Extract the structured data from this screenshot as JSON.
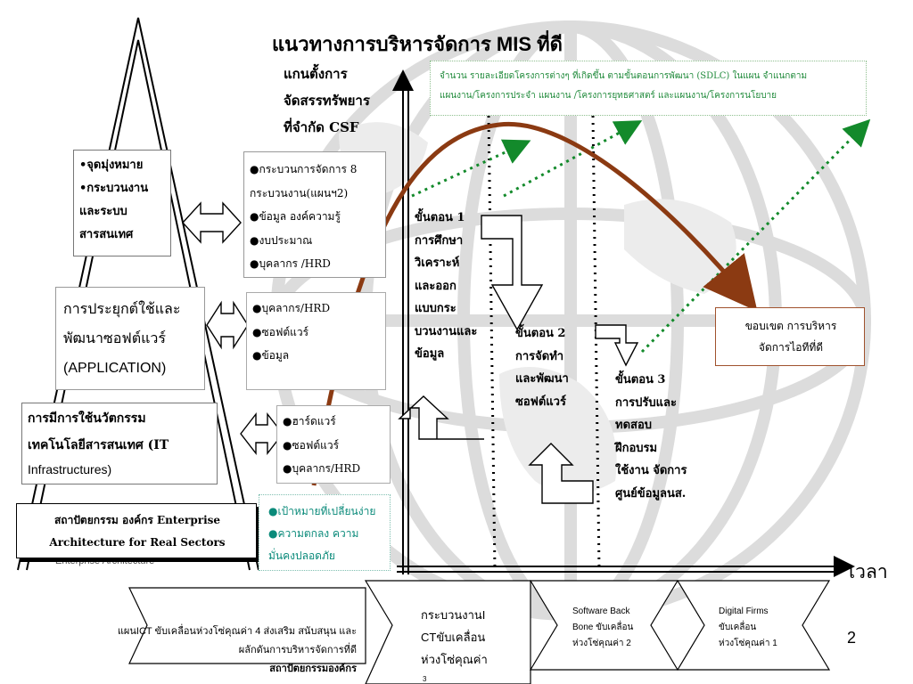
{
  "title": "แนวทางการบริหารจัดการ MIS ที่ดี",
  "y_axis_label": "แกนตั้งการ\nจัดสรรทรัพยาร\nที่จำกัด CSF",
  "x_axis_label": "เวลา",
  "slide_number": "2",
  "top_note": "จำนวน รายละเอียดโครงการต่างๆ ที่เกิดขึ้น ตามขั้นตอนการพัฒนา (SDLC) ในแผน จำแนกตาม\nแผนงาน/โครงการประจำ     แผนงาน /โครงการยุทธศาสตร์ และแผนงาน/โครงการนโยบาย",
  "left_boxes": {
    "vision": "•จุดมุ่งหมาย\n•กระบวนงาน\nและระบบ\nสารสนเทศ",
    "application": "การประยุกต์ใช้และ\nพัฒนาซอฟต์แวร์\n(APPLICATION)",
    "infrastructure_line1": "การมีการใช้นวัตกรรม",
    "infrastructure_line2": "เทคโนโลยีสารสนเทศ (IT",
    "infrastructure_line3": "Infrastructures)",
    "enterprise": "สถาปัตยกรรม องค์กร Enterprise\nArchitecture for Real Sectors",
    "enterprise_shadow": "Enterprise Architecture"
  },
  "resource_boxes": {
    "process": "●กระบวนการจัดการ 8\nกระบวนงาน(แผนฯ2)\n●ข้อมูล องค์ความรู้\n●งบประมาณ\n●บุคลากร /HRD",
    "software": "●บุคลากร/HRD\n●ซอฟต์แวร์\n●ข้อมูล",
    "hardware": "●ฮาร์ดแวร์\n●ซอฟต์แวร์\n●บุคลากร/HRD",
    "goals": "●เป้าหมายที่เปลี่ยนง่าย\n●ความตกลง ความ\nมั่นคงปลอดภัย"
  },
  "steps": {
    "step1": "ขั้นตอน 1\nการศึกษา\nวิเคราะห์\nและออก\nแบบกระ\nบวนงานและ\nข้อมูล",
    "step2": "ขั้นตอน 2\nการจัดทำ\nและพัฒนา\nซอฟต์แวร์",
    "step3": "ขั้นตอน 3\nการปรับและ\nทดสอบ\nฝึกอบรม\nใช้งาน จัดการ\nศูนย์ข้อมูลนส."
  },
  "scope_box": "ขอบเขต การบริหาร\nจัดการไอทีที่ดี",
  "bottom": {
    "plan": "แผนICT ขับเคลื่อนห่วงโซ่คุณค่า 4 ส่งเสริม สนับสนุน และ\nผลักดันการบริหารจัดการที่ดี",
    "plan_bold": "สถาปัตยกรรมองค์กร",
    "chevron1": "กระบวนงานI\nCTขับเคลื่อน\nห่วงโซ่คุณค่า",
    "chevron1_suffix": "3",
    "chevron2": "Software Back\nBone ขับเคลื่อน\nห่วงโซ่คุณค่า 2",
    "chevron3": "Digital Firms\nขับเคลื่อน\nห่วงโซ่คุณค่า 1"
  },
  "colors": {
    "curve": "#8b3a12",
    "green": "#138a2b",
    "note_text": "#1f8a3a",
    "scope_border": "#a0522d"
  }
}
